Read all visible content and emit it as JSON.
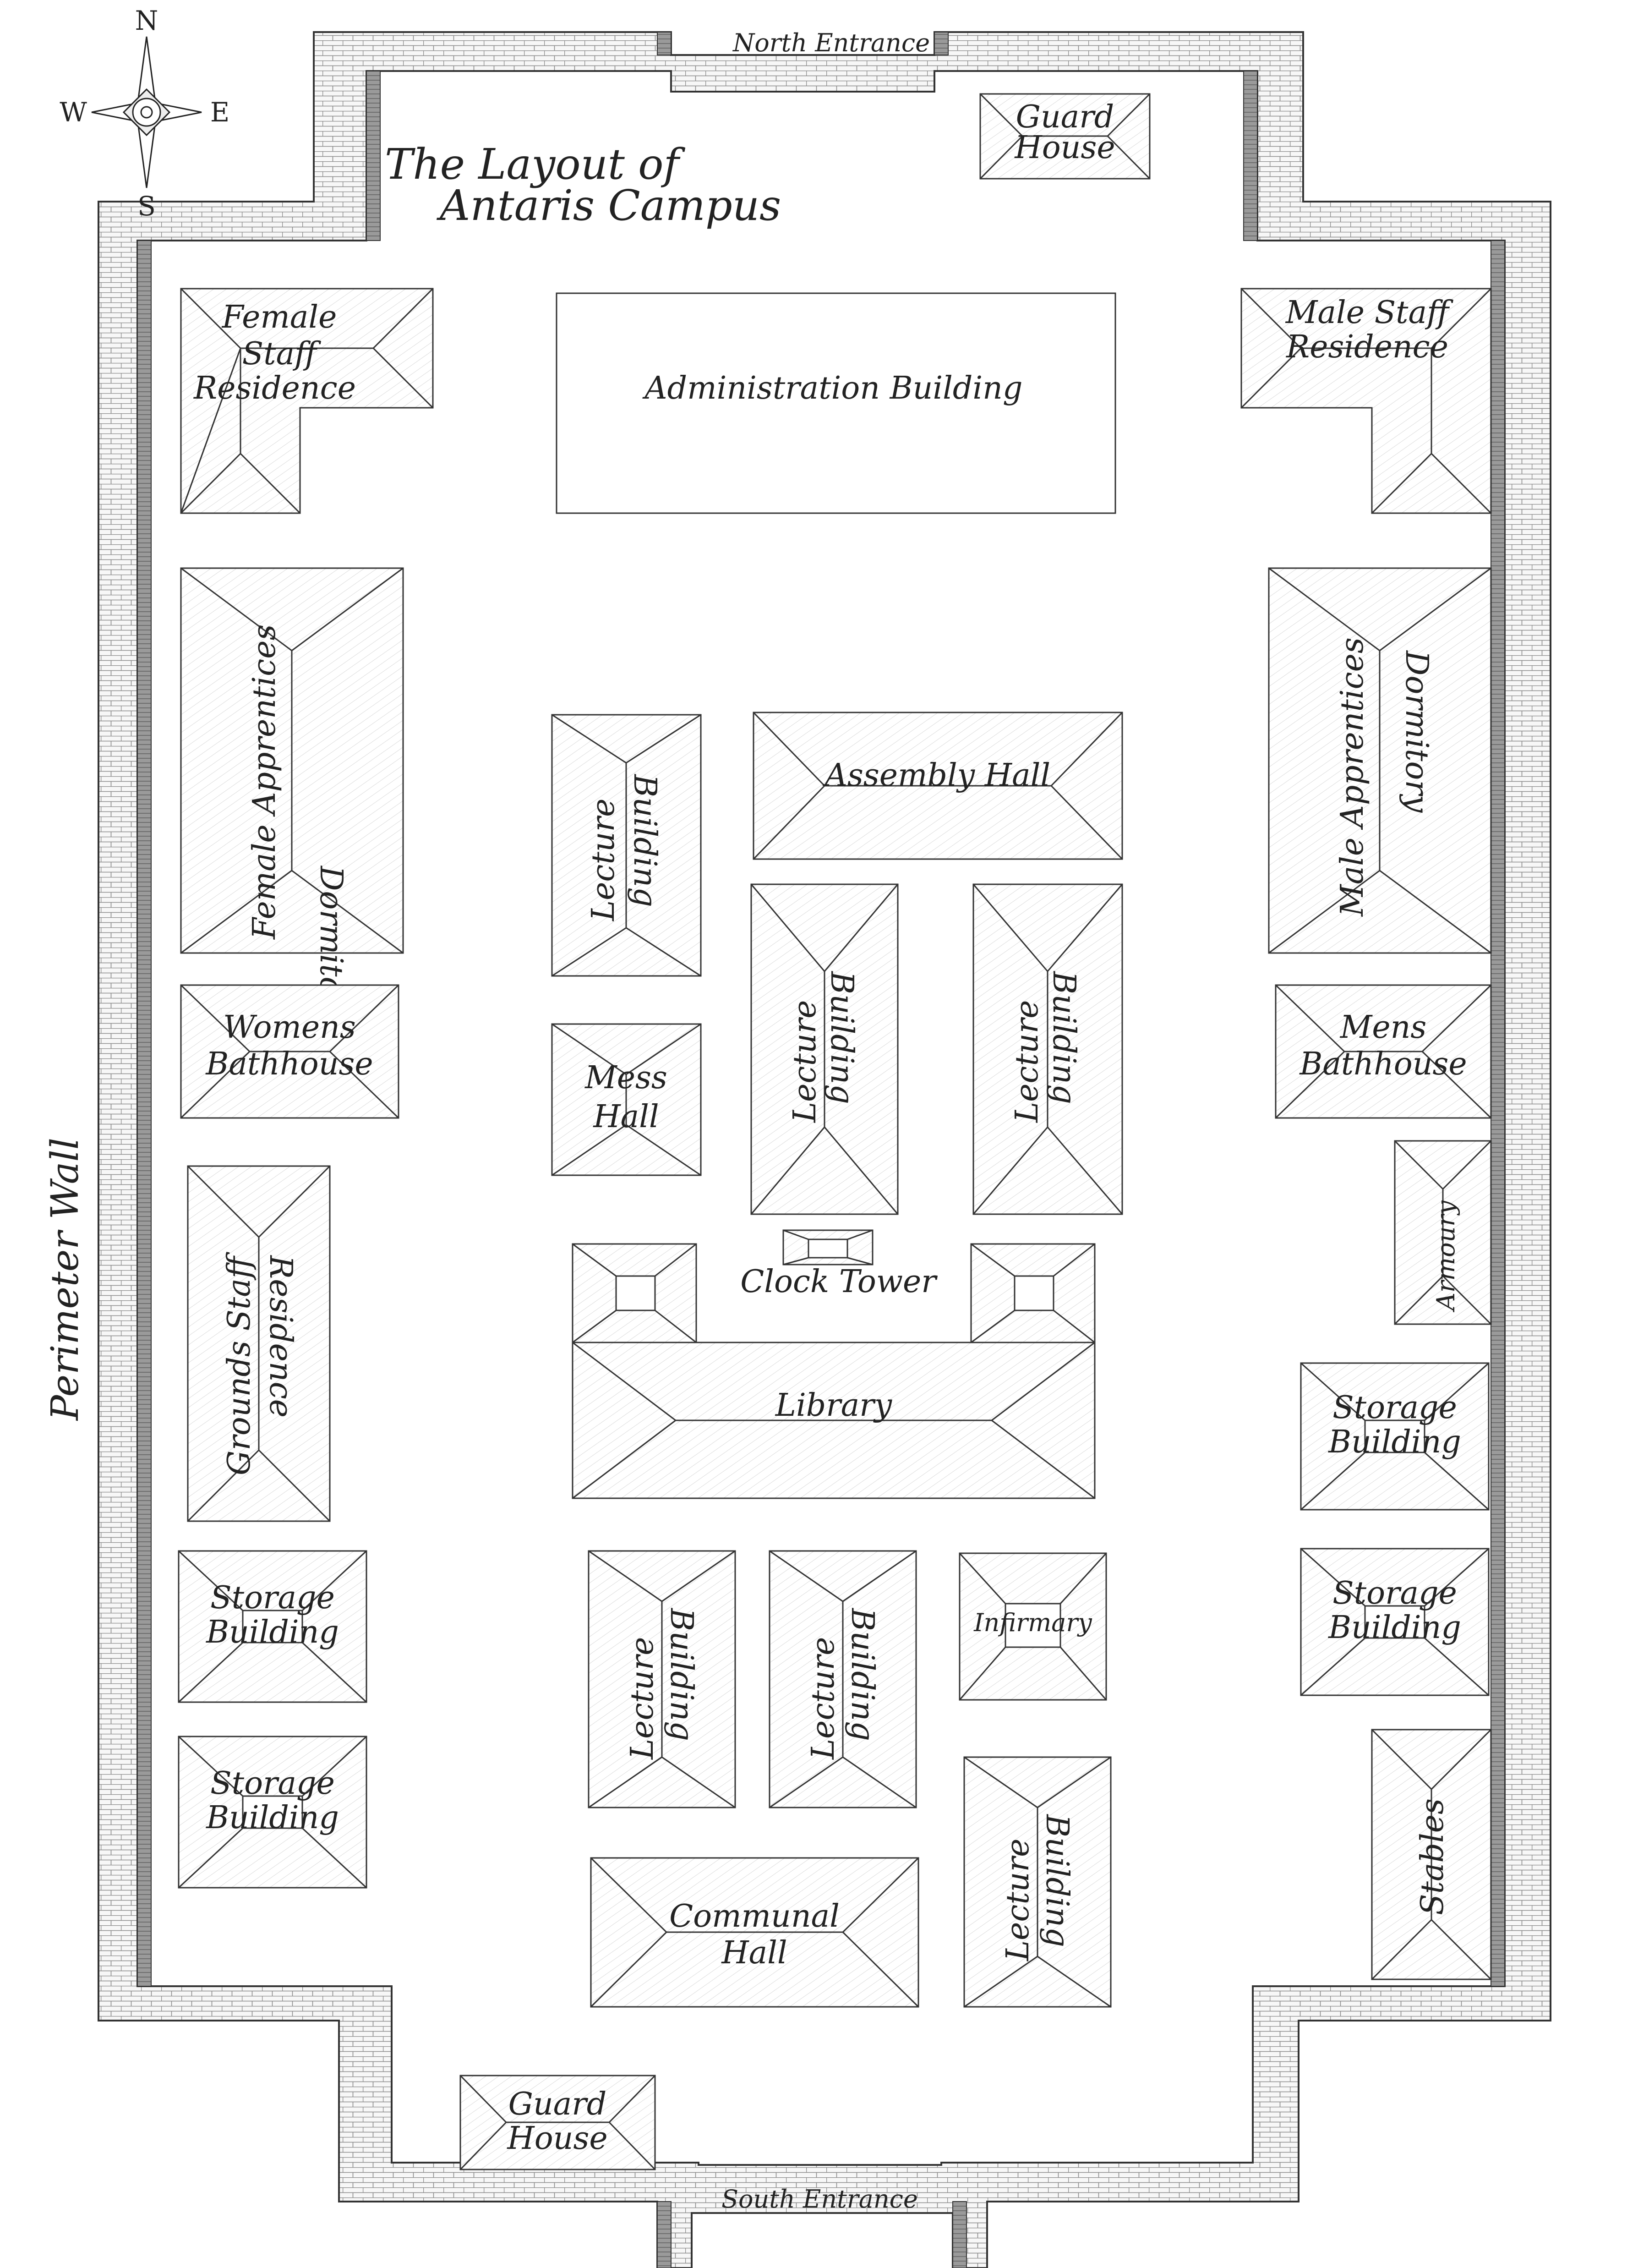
{
  "map": {
    "title_line1": "The Layout of",
    "title_line2": "Antaris Campus",
    "perimeter_label": "Perimeter Wall",
    "entrances": {
      "north": "North Entrance",
      "south": "South Entrance"
    },
    "compass": {
      "n": "N",
      "s": "S",
      "e": "E",
      "w": "W"
    },
    "buildings": {
      "guard_north": [
        "Guard",
        "House"
      ],
      "guard_south": [
        "Guard",
        "House"
      ],
      "female_staff": [
        "Female",
        "Staff",
        "Residence"
      ],
      "male_staff": [
        "Male Staff",
        "Residence"
      ],
      "administration": "Administration Building",
      "female_dorm": [
        "Female Apprentices",
        "Dormitory"
      ],
      "male_dorm": [
        "Male Apprentices",
        "Dormitory"
      ],
      "assembly": "Assembly Hall",
      "lecture_1": [
        "Lecture",
        "Building"
      ],
      "lecture_2": [
        "Lecture",
        "Building"
      ],
      "lecture_3": [
        "Lecture",
        "Building"
      ],
      "lecture_4": [
        "Lecture",
        "Building"
      ],
      "lecture_5": [
        "Lecture",
        "Building"
      ],
      "lecture_6": [
        "Lecture",
        "Building"
      ],
      "womens_bath": [
        "Womens",
        "Bathhouse"
      ],
      "mens_bath": [
        "Mens",
        "Bathhouse"
      ],
      "mess": [
        "Mess",
        "Hall"
      ],
      "armoury": "Armoury",
      "clock_tower": "Clock Tower",
      "library": "Library",
      "grounds_staff": [
        "Grounds Staff",
        "Residence"
      ],
      "storage_1": [
        "Storage",
        "Building"
      ],
      "storage_2": [
        "Storage",
        "Building"
      ],
      "storage_3": [
        "Storage",
        "Building"
      ],
      "storage_4": [
        "Storage",
        "Building"
      ],
      "infirmary": "Infirmary",
      "stables": "Stables",
      "communal": [
        "Communal",
        "Hall"
      ]
    }
  }
}
